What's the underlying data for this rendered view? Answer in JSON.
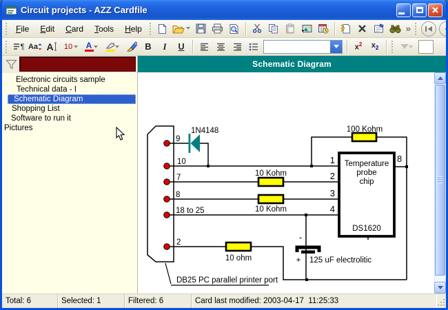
{
  "window": {
    "title": "Circuit projects - AZZ Cardfile"
  },
  "menu": {
    "items": [
      "File",
      "Edit",
      "Card",
      "Tools",
      "Help"
    ]
  },
  "toolbar": {
    "font_size": "10",
    "font_letter": "A",
    "case_letters": "Aa",
    "pilcrow": "¶",
    "bold": "B",
    "italic": "I",
    "underline": "U",
    "sup_base": "x",
    "sup_exp": "2",
    "sub_base": "x",
    "sub_idx": "2",
    "chevron": "»",
    "combo_value": ""
  },
  "sidebar": {
    "cards": [
      {
        "label": "Electronic circuits sample",
        "selected": false
      },
      {
        "label": "Technical data - I",
        "selected": false
      },
      {
        "label": "Schematic Diagram",
        "selected": true
      },
      {
        "label": "Shopping List",
        "selected": false
      },
      {
        "label": "Software to run it",
        "selected": false
      },
      {
        "label": "Pictures",
        "selected": false
      }
    ]
  },
  "main": {
    "header": "Schematic Diagram"
  },
  "diagram": {
    "diode_label": "1N4148",
    "pin_labels": [
      "9",
      "10",
      "7",
      "8",
      "18 to 25",
      "2"
    ],
    "resistors": {
      "r100k": "100 Kohm",
      "r10k_top": "10 Kohm",
      "r10k_bottom": "10 Kohm",
      "r10ohm": "10 ohm"
    },
    "chip": {
      "line1": "Temperature",
      "line2": "probe",
      "line3": "chip",
      "part": "DS1620",
      "pins_left": [
        "1",
        "2",
        "3",
        "4"
      ],
      "pin_right": "8"
    },
    "capacitor": {
      "minus": "-",
      "plus": "+",
      "label": "125 uF electrolitic"
    },
    "connector_label": "DB25 PC parallel printer port"
  },
  "statusbar": {
    "total": "Total: 6",
    "selected": "Selected: 1",
    "filtered": "Filtered: 6",
    "modified": "Card last modified: 2003-04-17  11:25:33"
  },
  "colors": {
    "header_teal": "#008080",
    "filter_maroon": "#7B0808",
    "selection_blue": "#2E5FCB",
    "resistor_yellow": "#FFFF00",
    "diode_teal": "#008080",
    "pin_red": "#E00000",
    "titlebar_blue": "#1D60DC"
  }
}
